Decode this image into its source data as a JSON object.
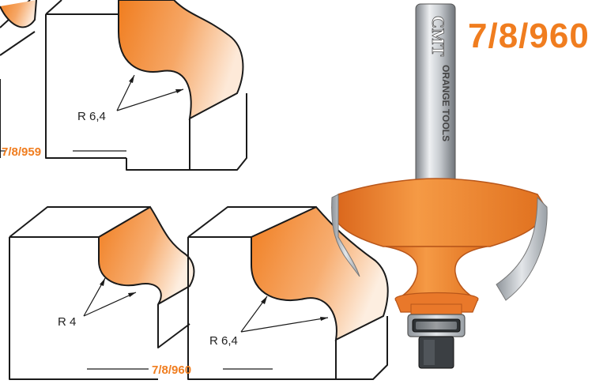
{
  "product": {
    "code": "7/8/960",
    "shank_brand": "CMT",
    "shank_text": "ORANGE TOOLS"
  },
  "profiles": {
    "top": {
      "code": "7/8/959",
      "radius_label": "R 6,4"
    },
    "bottom": {
      "code": "7/8/960",
      "left_radius_label": "R 4",
      "right_radius_label": "R 6,4"
    }
  },
  "colors": {
    "accent": "#f07d1f",
    "line": "#1a1a1a",
    "steel": "#b9bec3"
  }
}
